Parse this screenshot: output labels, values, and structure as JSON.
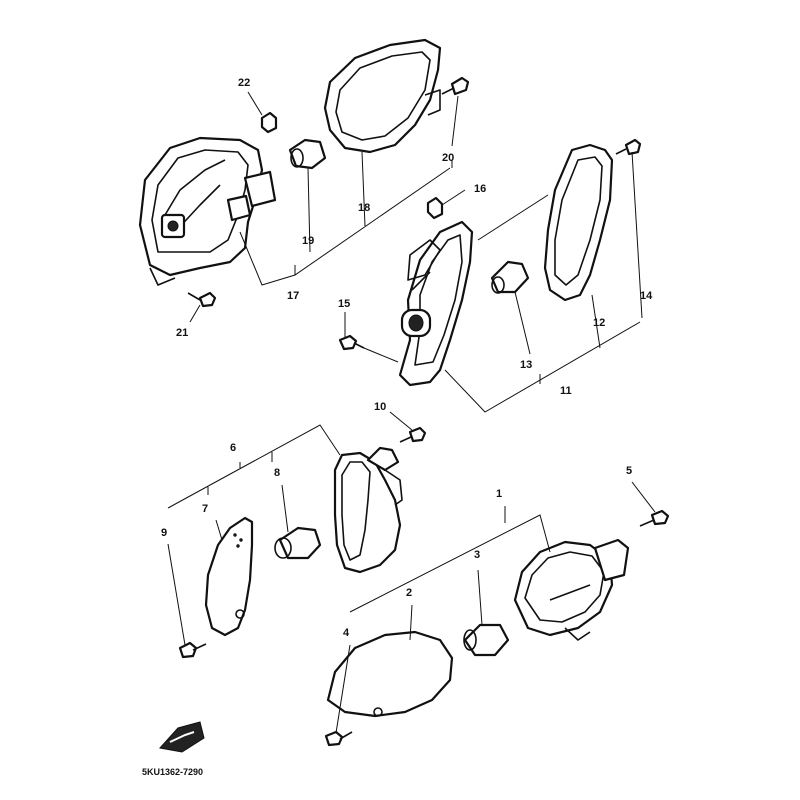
{
  "diagram": {
    "callouts": [
      "1",
      "2",
      "3",
      "4",
      "5",
      "6",
      "7",
      "8",
      "9",
      "10",
      "11",
      "12",
      "13",
      "14",
      "15",
      "16",
      "17",
      "18",
      "19",
      "20",
      "21",
      "22"
    ],
    "drawing_code": "5KU1362-7290",
    "icons": [
      "front-arrow-icon"
    ]
  }
}
